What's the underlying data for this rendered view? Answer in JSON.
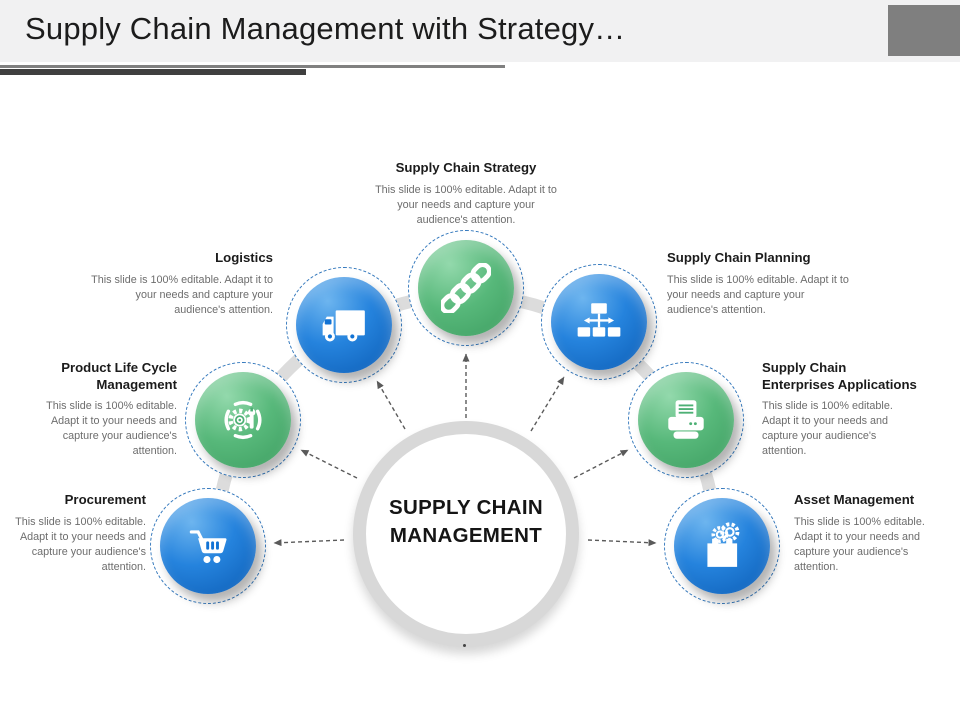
{
  "slide": {
    "title": "Supply Chain Management with Strategy…"
  },
  "hub": {
    "label": "SUPPLY CHAIN\nMANAGEMENT"
  },
  "satellites": [
    {
      "title": "Supply Chain Strategy",
      "description": "This slide is 100% editable. Adapt it to\nyour needs and capture your\naudience's attention.",
      "color": "#52b478",
      "icon": "chain-icon"
    },
    {
      "title": "Logistics",
      "description": "This slide is 100% editable. Adapt it to\nyour needs and capture your\naudience's attention.",
      "color": "#1273d4",
      "icon": "truck-icon"
    },
    {
      "title": "Supply Chain Planning",
      "description": "This slide is 100% editable. Adapt it to\nyour needs and capture your\naudience's attention.",
      "color": "#1273d4",
      "icon": "org-chart-icon"
    },
    {
      "title": "Product Life Cycle\nManagement",
      "description": "This slide is 100% editable.\nAdapt it to your needs and\ncapture your audience's\nattention.",
      "color": "#52b478",
      "icon": "gear-wrench-icon"
    },
    {
      "title": "Supply Chain\nEnterprises Applications",
      "description": "This slide is 100% editable.\nAdapt it to your needs and\ncapture your audience's\nattention.",
      "color": "#52b478",
      "icon": "printer-icon"
    },
    {
      "title": "Procurement",
      "description": "This slide is 100% editable.\nAdapt it to your needs and\ncapture your audience's\nattention.",
      "color": "#1273d4",
      "icon": "cart-icon"
    },
    {
      "title": "Asset Management",
      "description": "This slide is 100% editable.\nAdapt it to your needs and\ncapture your audience's\nattention.",
      "color": "#1273d4",
      "icon": "box-gears-icon"
    }
  ],
  "colors": {
    "blue": "#1273d4",
    "green": "#52b478",
    "arc_gray": "#dcdcdc",
    "arrow_gray": "#5a5a5a",
    "dashed_ring_blue": "#3579bd",
    "header_band": "#f1f1f2",
    "accent_square": "#7f7f7f",
    "rule_dark": "#3f3f3f",
    "rule_gray": "#808080"
  }
}
